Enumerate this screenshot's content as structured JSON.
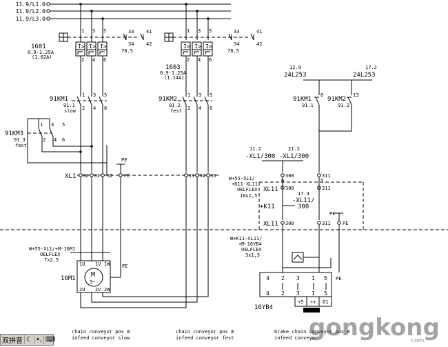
{
  "diagram": {
    "bus": {
      "l1": "11.9/L1.0",
      "l2": "11.9/L2.0",
      "l3": "11.9/L3.0"
    },
    "breaker_1601": {
      "id": "1601",
      "rating": "0.9-1.25A",
      "setting": "(1.02A)",
      "aux_ref": "78.5",
      "aux_13": "33",
      "aux_14": "34",
      "aux_21": "41",
      "aux_22": "42"
    },
    "breaker_1603": {
      "id": "1603",
      "rating": "0.9-1.25A",
      "setting": "(1.14A)",
      "aux_ref": "78.5",
      "aux_13": "33",
      "aux_14": "34",
      "aux_21": "41",
      "aux_22": "42"
    },
    "contactor_km1": {
      "id": "91KM1",
      "ref": "91.1",
      "desc": "slow"
    },
    "contactor_km2": {
      "id": "91KM2",
      "ref": "91.2",
      "desc": "fest"
    },
    "contactor_km3": {
      "id": "91KM3",
      "ref": "91.3",
      "desc": "fest"
    },
    "supply_24v": {
      "ref_left": "12.9",
      "ref_right": "17.2",
      "label_left": "24L253",
      "label_right": "24L253"
    },
    "interlock": {
      "km1": "91KM1",
      "km1_ref": "91.1",
      "km2": "91KM2",
      "km2_ref": "91.2",
      "km1_n": "6",
      "km2_n": "13"
    },
    "xl1_terminals": {
      "label": "XL1",
      "t30": "30",
      "t31": "31",
      "t32": "32",
      "t33": "33",
      "t34": "34",
      "t35": "35",
      "pe": "PE"
    },
    "xl1_300_refs": {
      "ref_left": "11.2",
      "ref_right": "21.2",
      "label": "-XL1/300 -XL1/300"
    },
    "cable_w55": {
      "tag": "W+55-XL1/",
      "tag2": "+K11-XL11",
      "type": "OELFLEX",
      "size": "18x1,5"
    },
    "xl11": {
      "label": "XL11",
      "t300": "300",
      "t311": "311",
      "ref": "17.3",
      "ref_label": "-XL11/",
      "ref_num": "300",
      "k11": "+K11",
      "pe": "PE"
    },
    "cable_w16m1": {
      "tag": "W+55-XL1/+M-16M1",
      "type": "OELFLEX",
      "size": "7x2,5"
    },
    "motor_16m1": {
      "id": "16M1",
      "symbol": "M",
      "phase": "3~",
      "u1": "1U",
      "v1": "1V",
      "w1": "1W",
      "u2": "2U",
      "v2": "2V",
      "w2": "2W",
      "pe": "PE"
    },
    "cable_wk11": {
      "tag": "W+K11-XL11/",
      "tag2": "+M-16YB4",
      "type": "OELFLEX",
      "size": "3x1,5"
    },
    "brake_16yb4": {
      "id": "16YB4",
      "top": [
        "4",
        "2",
        "3",
        "1",
        "5"
      ],
      "bottom": [
        "4",
        "2",
        "3",
        "1",
        "5"
      ],
      "pe": "PE"
    },
    "captions": {
      "col1_line1": "chain conveyor pos 8",
      "col1_line2": "infeed conveyor slow",
      "col2_line1": "chain conveyor pos 8",
      "col2_line2": "infeed conveyor fest",
      "col3_line1": "brake chain conveyor pos 8",
      "col3_line2": "infeed conveyor"
    }
  },
  "ime_toolbar": {
    "ime_label": "双拼音",
    "moon_icon": "☾",
    "punct": "•,",
    "keyboard_icon": "⌨"
  },
  "watermark": {
    "brand": "gongkong",
    "tld": "com"
  }
}
